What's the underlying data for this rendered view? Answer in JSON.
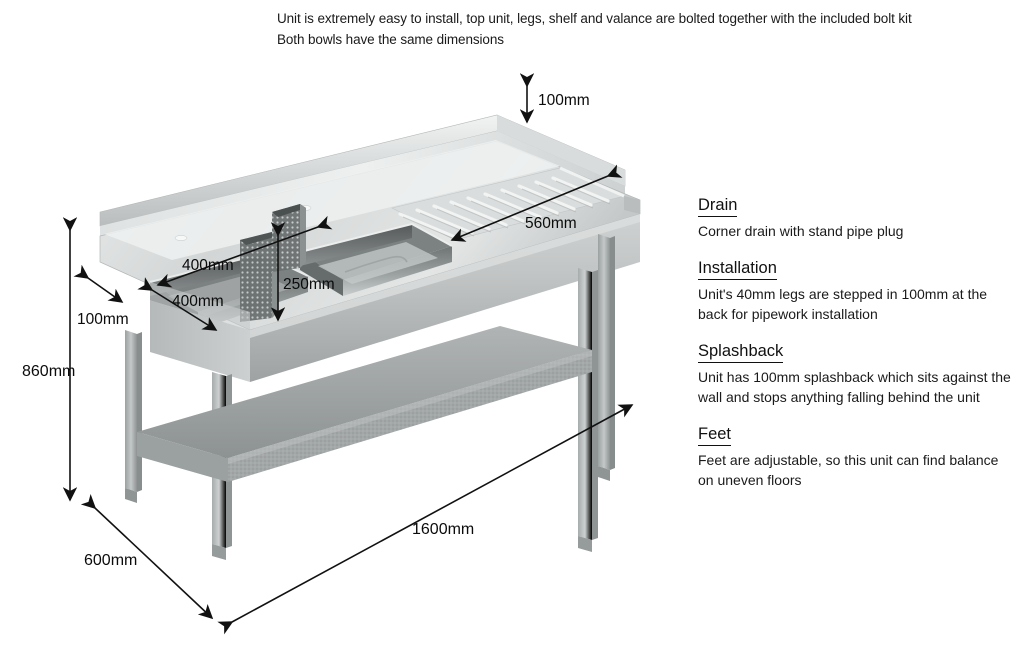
{
  "header": {
    "line1": "Unit is extremely easy to install, top unit, legs, shelf and valance are bolted together with the included bolt kit",
    "line2": "Both bowls have the same dimensions"
  },
  "product": {
    "type": "Stainless steel double bowl commercial sink unit with right-hand drainer and undershelf"
  },
  "dimensions": {
    "splashback_height": "100mm",
    "drainer_width": "560mm",
    "bowl_width": "400mm",
    "bowl_length": "400mm",
    "bowl_depth": "250mm",
    "leg_step_in": "100mm",
    "total_height": "860mm",
    "total_depth": "600mm",
    "total_length": "1600mm"
  },
  "notes": [
    {
      "title": "Drain",
      "body": "Corner drain with stand pipe plug"
    },
    {
      "title": "Installation",
      "body": "Unit's 40mm legs are stepped in 100mm at the back for pipework installation"
    },
    {
      "title": "Splashback",
      "body": "Unit has 100mm splashback which sits against the wall and stops  anything falling behind the unit"
    },
    {
      "title": "Feet",
      "body": "Feet are adjustable, so this unit can find balance on uneven floors"
    }
  ],
  "colors": {
    "background": "#ffffff",
    "steel_light": "#e2e4e4",
    "steel_mid": "#c6c9c9",
    "steel_dark": "#9ea2a2",
    "steel_shadow": "#7f8484",
    "bowl_dark": "#5d6162",
    "line": "#111111",
    "text": "#1a1a1a"
  }
}
